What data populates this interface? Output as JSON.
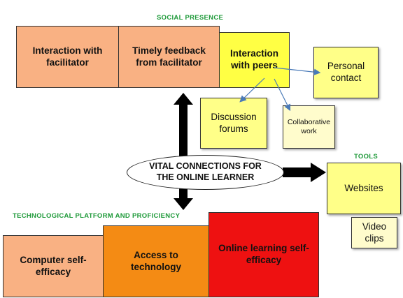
{
  "colors": {
    "peach": "#f9b183",
    "yellow": "#ffff66",
    "light_yellow": "#ffff99",
    "pale_yellow": "#fffccc",
    "orange": "#f48b14",
    "red": "#ee1111",
    "green_label": "#1f9a3a"
  },
  "labels": {
    "social_presence": "SOCIAL PRESENCE",
    "tools": "TOOLS",
    "tech_platform": "TECHNOLOGICAL PLATFORM AND PROFICIENCY"
  },
  "top_boxes": {
    "facilitator": "Interaction with facilitator",
    "feedback": "Timely feedback from facilitator",
    "peers": "Interaction with peers"
  },
  "notes": {
    "personal_contact": "Personal contact",
    "discussion_forums": "Discussion forums",
    "collaborative_work": "Collaborative work"
  },
  "center": {
    "line1": "VITAL CONNECTIONS FOR",
    "line2": "THE ONLINE LEARNER"
  },
  "tools": {
    "websites": "Websites",
    "video_clips": "Video clips"
  },
  "bottom_boxes": {
    "computer": "Computer self-efficacy",
    "access": "Access to technology",
    "online": "Online learning self-efficacy"
  }
}
